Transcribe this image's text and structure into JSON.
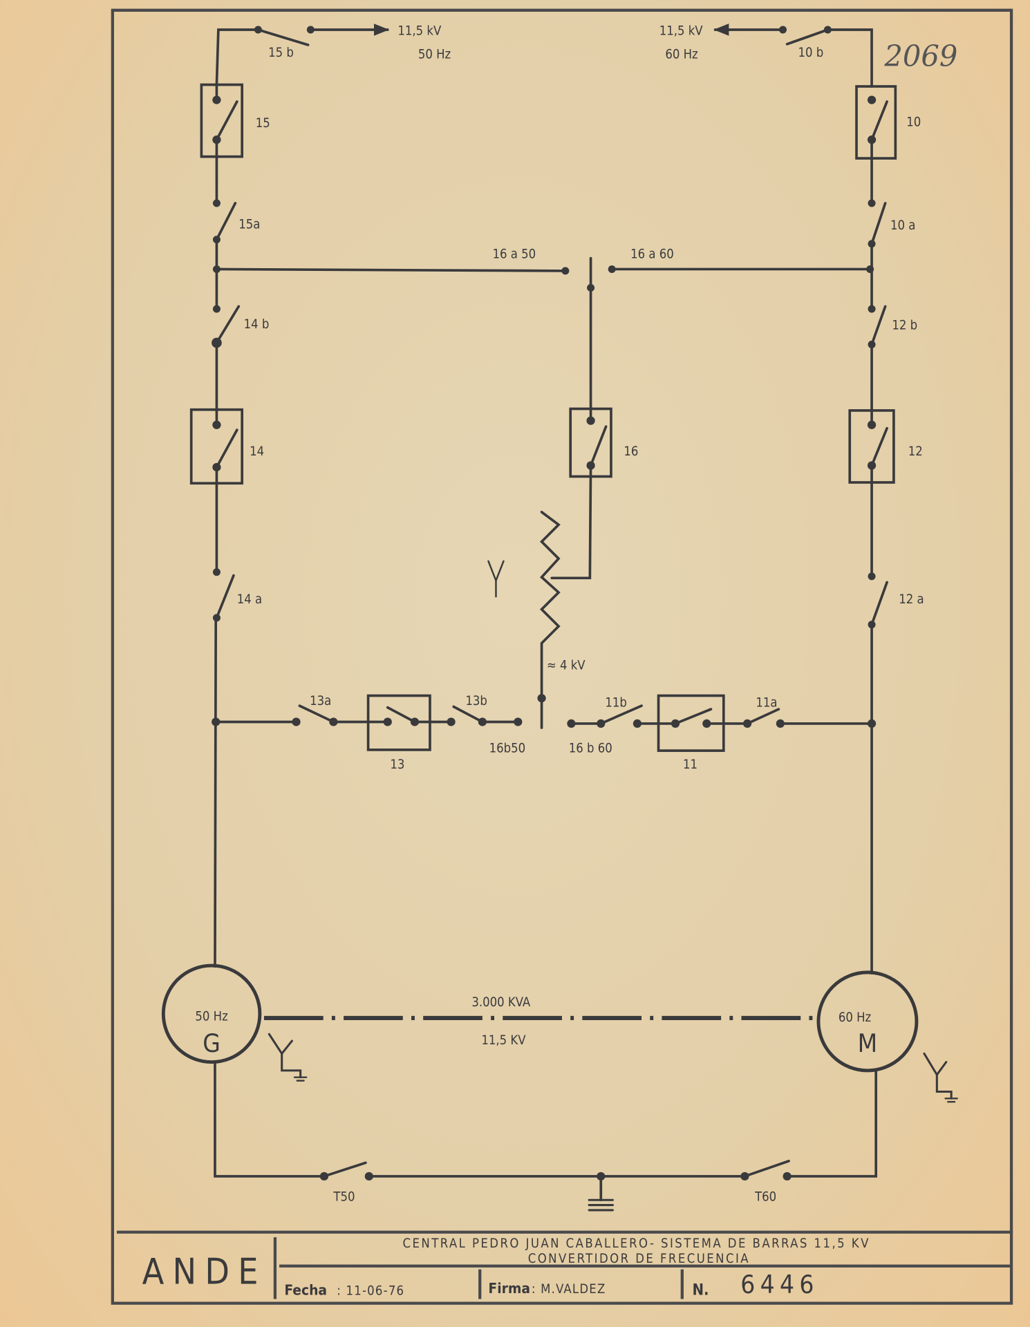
{
  "top": {
    "left_voltage": "11,5  kV",
    "left_freq": "50 Hz",
    "right_voltage": "11,5 kV",
    "right_freq": "60 Hz",
    "handwritten_number": "2069"
  },
  "switches": {
    "s15b": "15 b",
    "s15": "15",
    "s15a": "15a",
    "s16a50": "16 a  50",
    "s16a60": "16 a 60",
    "s14b": "14 b",
    "s14": "14",
    "s14a": "14 a",
    "s16": "16",
    "s10b": "10 b",
    "s10": "10",
    "s10a": "10 a",
    "s12b": "12 b",
    "s12": "12",
    "s12a": "12 a",
    "s13a": "13a",
    "s13": "13",
    "s13b": "13b",
    "s16b50": "16b50",
    "s16b60": "16 b 60",
    "s11b": "11b",
    "s11": "11",
    "s11a": "11a",
    "t50": "T50",
    "t60": "T60"
  },
  "transformer": {
    "voltage": "≈ 4 kV"
  },
  "machines": {
    "generator_freq": "50 Hz",
    "generator_letter": "G",
    "motor_freq": "60 Hz",
    "motor_letter": "M",
    "rating": "3.000  KVA",
    "voltage": "11,5  KV"
  },
  "title_block": {
    "org": "ANDE",
    "title_line1": "CENTRAL PEDRO JUAN CABALLERO- SISTEMA DE BARRAS 11,5 KV",
    "title_line2": "CONVERTIDOR DE FRECUENCIA",
    "fecha_label": "Fecha",
    "fecha_value": ": 11-06-76",
    "firma_label": "Firma",
    "firma_value": ": M.VALDEZ",
    "number_label": "N.",
    "number_value": "6446"
  }
}
